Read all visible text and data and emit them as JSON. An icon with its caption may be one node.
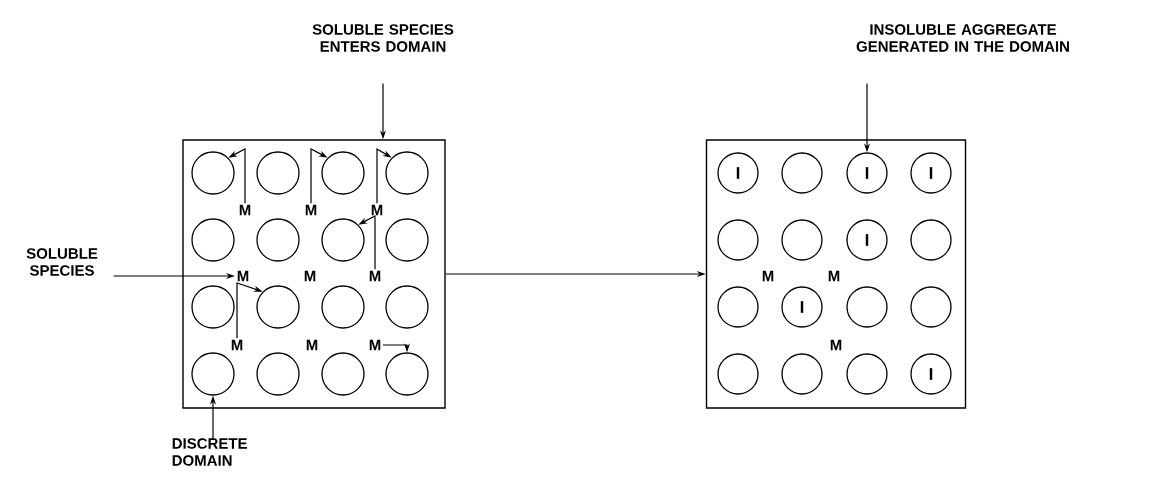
{
  "diagram": {
    "nodes": [
      {
        "text": [
          "SOLUBLE SPECIES ENTERS DOMAIN"
        ]
      },
      {
        "text": [
          "INSOLUBLE AGGREGATE GENERATED IN THE DOMAIN"
        ]
      },
      {
        "text": [
          "SOLUBLE SPECIES"
        ]
      },
      {
        "text": [],
        "shape": "box"
      },
      {
        "text": [],
        "shape": "circle",
        "in": 3
      },
      {
        "text": [],
        "shape": "circle",
        "in": 3
      },
      {
        "text": [],
        "shape": "circle",
        "in": 3
      },
      {
        "text": [],
        "shape": "circle",
        "in": 3
      },
      {
        "text": [],
        "shape": "circle",
        "in": 3
      },
      {
        "text": [],
        "shape": "circle",
        "in": 3
      },
      {
        "text": [],
        "shape": "circle",
        "in": 3
      },
      {
        "text": [],
        "shape": "circle",
        "in": 3
      },
      {
        "text": [],
        "shape": "circle",
        "in": 3
      },
      {
        "text": [],
        "shape": "circle",
        "in": 3
      },
      {
        "text": [],
        "shape": "circle",
        "in": 3
      },
      {
        "text": [],
        "shape": "circle",
        "in": 3
      },
      {
        "text": [],
        "shape": "circle",
        "in": 3
      },
      {
        "text": [],
        "shape": "circle",
        "in": 3
      },
      {
        "text": [],
        "shape": "circle",
        "in": 3
      },
      {
        "text": [],
        "shape": "circle",
        "in": 3
      },
      {
        "text": [
          "M"
        ],
        "in": 3
      },
      {
        "text": [
          "M"
        ],
        "in": 3
      },
      {
        "text": [
          "M"
        ],
        "in": 3
      },
      {
        "text": [
          "M"
        ],
        "in": 3
      },
      {
        "text": [
          "M"
        ],
        "in": 3
      },
      {
        "text": [
          "M"
        ],
        "in": 3
      },
      {
        "text": [
          "M"
        ],
        "in": 3
      },
      {
        "text": [
          "M"
        ],
        "in": 3
      },
      {
        "text": [
          "M"
        ],
        "in": 3
      },
      {
        "text": [],
        "shape": "box"
      },
      {
        "text": [
          "I"
        ],
        "in": 29
      },
      {
        "text": [],
        "shape": "circle",
        "in": 29
      },
      {
        "text": [
          "I"
        ],
        "in": 29
      },
      {
        "text": [
          "I"
        ],
        "in": 29
      },
      {
        "text": [],
        "shape": "circle",
        "in": 29
      },
      {
        "text": [],
        "shape": "circle",
        "in": 29
      },
      {
        "text": [
          "I"
        ],
        "in": 29
      },
      {
        "text": [],
        "shape": "circle",
        "in": 29
      },
      {
        "text": [],
        "shape": "circle",
        "in": 29
      },
      {
        "text": [
          "I"
        ],
        "in": 29
      },
      {
        "text": [],
        "shape": "circle",
        "in": 29
      },
      {
        "text": [],
        "shape": "circle",
        "in": 29
      },
      {
        "text": [],
        "shape": "circle",
        "in": 29
      },
      {
        "text": [],
        "shape": "circle",
        "in": 29
      },
      {
        "text": [],
        "shape": "circle",
        "in": 29
      },
      {
        "text": [
          "I"
        ],
        "in": 29
      },
      {
        "text": [
          "M"
        ],
        "in": 29
      },
      {
        "text": [
          "M"
        ],
        "in": 29
      },
      {
        "text": [
          "M"
        ],
        "in": 29
      },
      {
        "text": [
          "DISCRETE DOMAIN"
        ]
      }
    ],
    "edges": [
      {
        "from": 0,
        "to": 3,
        "arrow": "to"
      },
      {
        "from": 1,
        "to": 32,
        "arrow": "to"
      },
      {
        "from": 2,
        "to": 23,
        "arrow": "to"
      },
      {
        "from": 20,
        "to": 4,
        "arrow": "to"
      },
      {
        "from": 21,
        "to": 6,
        "arrow": "to"
      },
      {
        "from": 22,
        "to": 7,
        "arrow": "to"
      },
      {
        "from": 25,
        "to": 10,
        "arrow": "to"
      },
      {
        "from": 26,
        "to": 13,
        "arrow": "to"
      },
      {
        "from": 28,
        "to": 19,
        "arrow": "to"
      },
      {
        "from": 49,
        "to": 16,
        "arrow": "to"
      },
      {
        "from": 3,
        "to": 29,
        "arrow": "to"
      }
    ]
  }
}
